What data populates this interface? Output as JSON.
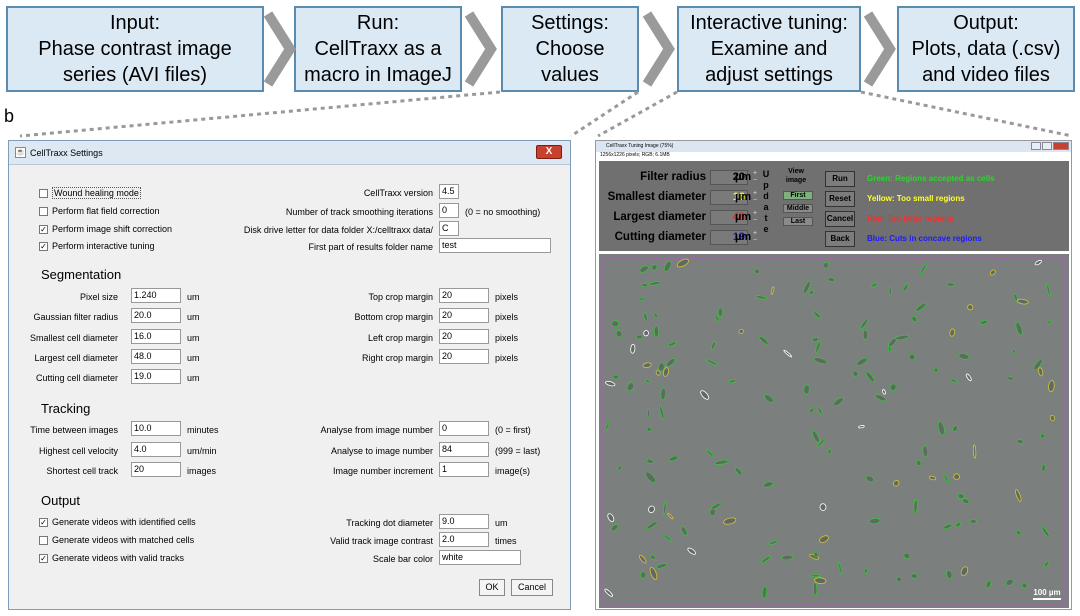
{
  "workflow": [
    {
      "title": "Input:",
      "lines": [
        "Phase contrast image",
        "series (AVI files)"
      ]
    },
    {
      "title": "Run:",
      "lines": [
        "CellTraxx as a",
        "macro in ImageJ"
      ]
    },
    {
      "title": "Settings:",
      "lines": [
        "Choose",
        "values"
      ]
    },
    {
      "title": "Interactive tuning:",
      "lines": [
        "Examine and",
        "adjust settings"
      ]
    },
    {
      "title": "Output:",
      "lines": [
        "Plots, data (.csv)",
        "and video files"
      ]
    }
  ],
  "panel_label": "b",
  "settings": {
    "window_title": "CellTraxx Settings",
    "close": "X",
    "checkboxes": [
      {
        "label": "Wound healing mode",
        "checked": false
      },
      {
        "label": "Perform flat field correction",
        "checked": false
      },
      {
        "label": "Perform image shift correction",
        "checked": true
      },
      {
        "label": "Perform interactive tuning",
        "checked": true
      }
    ],
    "right_fields": [
      {
        "label": "CellTraxx version",
        "value": "4.5",
        "note": ""
      },
      {
        "label": "Number of track smoothing iterations",
        "value": "0",
        "note": "(0 = no smoothing)"
      },
      {
        "label": "Disk drive letter for data folder X:/celltraxx data/",
        "value": "C",
        "note": ""
      },
      {
        "label": "First part of results folder name",
        "value": "test",
        "note": ""
      }
    ],
    "segmentation": {
      "heading": "Segmentation",
      "left": [
        {
          "label": "Pixel size",
          "value": "1.240",
          "unit": "um"
        },
        {
          "label": "Gaussian filter radius",
          "value": "20.0",
          "unit": "um"
        },
        {
          "label": "Smallest cell diameter",
          "value": "16.0",
          "unit": "um"
        },
        {
          "label": "Largest cell diameter",
          "value": "48.0",
          "unit": "um"
        },
        {
          "label": "Cutting cell diameter",
          "value": "19.0",
          "unit": "um"
        }
      ],
      "right": [
        {
          "label": "Top crop margin",
          "value": "20",
          "unit": "pixels"
        },
        {
          "label": "Bottom crop margin",
          "value": "20",
          "unit": "pixels"
        },
        {
          "label": "Left crop margin",
          "value": "20",
          "unit": "pixels"
        },
        {
          "label": "Right crop margin",
          "value": "20",
          "unit": "pixels"
        }
      ]
    },
    "tracking": {
      "heading": "Tracking",
      "left": [
        {
          "label": "Time between images",
          "value": "10.0",
          "unit": "minutes"
        },
        {
          "label": "Highest cell velocity",
          "value": "4.0",
          "unit": "um/min"
        },
        {
          "label": "Shortest cell track",
          "value": "20",
          "unit": "images"
        }
      ],
      "right": [
        {
          "label": "Analyse from image number",
          "value": "0",
          "unit": "(0 = first)"
        },
        {
          "label": "Analyse to image number",
          "value": "84",
          "unit": "(999 = last)"
        },
        {
          "label": "Image number increment",
          "value": "1",
          "unit": "image(s)"
        }
      ]
    },
    "output": {
      "heading": "Output",
      "checkboxes": [
        {
          "label": "Generate videos with identified cells",
          "checked": true
        },
        {
          "label": "Generate videos with matched cells",
          "checked": false
        },
        {
          "label": "Generate videos with valid tracks",
          "checked": true
        }
      ],
      "right": [
        {
          "label": "Tracking  dot diameter",
          "value": "9.0",
          "unit": "um"
        },
        {
          "label": "Valid track image contrast",
          "value": "2.0",
          "unit": "times"
        },
        {
          "label": "Scale bar color",
          "value": "white",
          "unit": ""
        }
      ]
    },
    "ok": "OK",
    "cancel": "Cancel"
  },
  "tuning": {
    "window_title": "CellTraxx Tuning Image (75%)",
    "subtitle": "1256x1226 pixels; RGB; 6.1MB",
    "params": [
      {
        "label": "Filter radius",
        "value": "20",
        "unit": "µm",
        "color": "#000000"
      },
      {
        "label": "Smallest diameter",
        "value": "16",
        "unit": "µm",
        "color": "#ffff00"
      },
      {
        "label": "Largest diameter",
        "value": "48",
        "unit": "µm",
        "color": "#ff2020"
      },
      {
        "label": "Cutting diameter",
        "value": "19",
        "unit": "µm",
        "color": "#1010ff"
      }
    ],
    "update_letters": [
      "U",
      "p",
      "d",
      "a",
      "t",
      "e"
    ],
    "view_image": "View image",
    "view_buttons": [
      "First",
      "Middle",
      "Last"
    ],
    "action_buttons": [
      "Run",
      "Reset",
      "Cancel",
      "Back"
    ],
    "legend": [
      {
        "text": "Green: Regions accepted as cells",
        "color": "#2bd62b"
      },
      {
        "text": "Yellow: Too small regions",
        "color": "#ffff33"
      },
      {
        "text": "Red: Too large regions",
        "color": "#ff2a2a"
      },
      {
        "text": "Blue: Cuts in concave regions",
        "color": "#1a1aff"
      }
    ],
    "scale_bar": "100 µm"
  }
}
